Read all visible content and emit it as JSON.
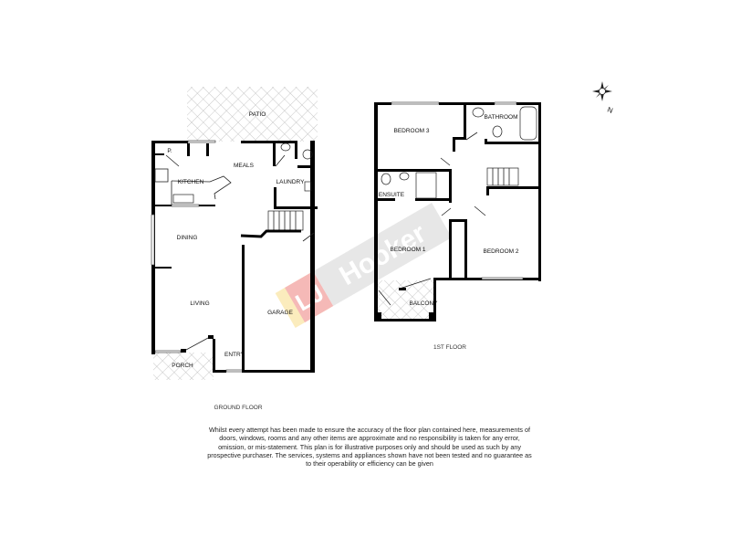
{
  "watermark": {
    "brand": "LJ Hooker",
    "colors": {
      "red": "#e53935",
      "yellow": "#f6c945",
      "grey": "#9e9e9e"
    }
  },
  "compass": {
    "north_label": "N"
  },
  "ground_floor": {
    "title": "GROUND FLOOR",
    "rooms": {
      "patio": "PATIO",
      "pantry": "P.",
      "meals": "MEALS",
      "kitchen": "KITCHEN",
      "laundry": "LAUNDRY",
      "dining": "DINING",
      "living": "LIVING",
      "garage": "GARAGE",
      "porch": "PORCH",
      "entry": "ENTRY"
    }
  },
  "first_floor": {
    "title": "1ST FLOOR",
    "rooms": {
      "bedroom3": "BEDROOM 3",
      "bathroom": "BATHROOM",
      "ensuite": "ENSUITE",
      "bedroom1": "BEDROOM 1",
      "bedroom2": "BEDROOM 2",
      "balcony": "BALCONY"
    }
  },
  "disclaimer": "Whilst every attempt has been made to ensure the accuracy of the floor plan contained here, measurements of doors, windows, rooms and any other items are approximate and no responsibility is taken for any error, omission, or mis-statement. This plan is for illustrative purposes only and should be used as such by any prospective purchaser. The services, systems and appliances shown have not been tested and no guarantee as to their operability or efficiency can be given"
}
